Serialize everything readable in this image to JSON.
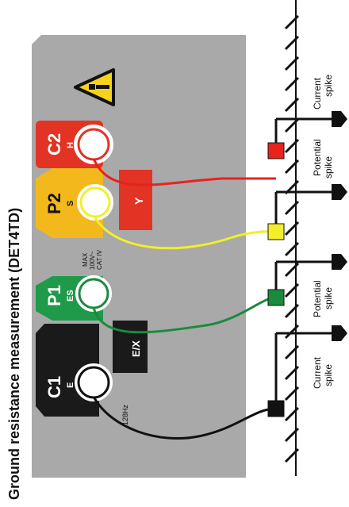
{
  "title": "Ground resistance measurement (DET4TD)",
  "terminals": [
    {
      "code": "C1",
      "sub": "E",
      "color": "#1a1a1a"
    },
    {
      "code": "P1",
      "sub": "ES",
      "color": "#1e9a4a"
    },
    {
      "code": "P2",
      "sub": "S",
      "color": "#f3b81c"
    },
    {
      "code": "C2",
      "sub": "H",
      "color": "#e23324"
    }
  ],
  "side_labels": {
    "ex": "E/X",
    "y": "Y"
  },
  "rating": {
    "line1": "MAX",
    "line2": "100V~",
    "line3": "CAT IV"
  },
  "frequency": "128Hz",
  "spikes": [
    {
      "line1": "Current",
      "line2": "spike"
    },
    {
      "line1": "Potential",
      "line2": "spike"
    },
    {
      "line1": "Potential",
      "line2": "spike"
    },
    {
      "line1": "Current",
      "line2": "spike"
    }
  ],
  "warning_icon": "warning-triangle-icon",
  "lead_colors": {
    "black": "#111111",
    "green": "#1c8a3c",
    "yellow": "#f2ef2a",
    "red": "#e8221d"
  }
}
